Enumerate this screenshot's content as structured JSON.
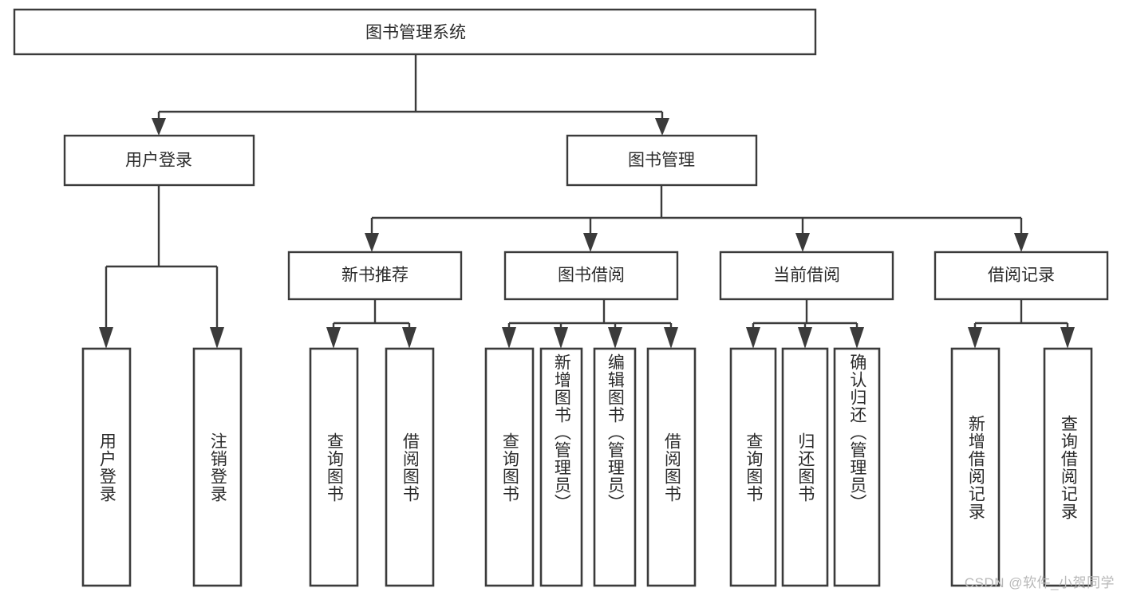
{
  "diagram": {
    "title": "图书管理系统",
    "type": "hierarchy-tree",
    "watermark": "CSDN @软件_小贺同学",
    "colors": {
      "stroke": "#3b3b3b",
      "box_fill": "#ffffff",
      "text": "#2b2b2b",
      "background": "#ffffff",
      "watermark": "#b8b8b8"
    },
    "root": {
      "label": "图书管理系统"
    },
    "level1": [
      {
        "label": "用户登录"
      },
      {
        "label": "图书管理"
      }
    ],
    "level2": [
      {
        "label": "新书推荐"
      },
      {
        "label": "图书借阅"
      },
      {
        "label": "当前借阅"
      },
      {
        "label": "借阅记录"
      }
    ],
    "leaves": {
      "user_login": [
        {
          "label": "用户登录"
        },
        {
          "label": "注销登录"
        }
      ],
      "new_book_recommend": [
        {
          "label": "查询图书"
        },
        {
          "label": "借阅图书"
        }
      ],
      "book_borrow": [
        {
          "label": "查询图书"
        },
        {
          "label": "新增图书（管理员）"
        },
        {
          "label": "编辑图书（管理员）"
        },
        {
          "label": "借阅图书"
        }
      ],
      "current_borrow": [
        {
          "label": "查询图书"
        },
        {
          "label": "归还图书"
        },
        {
          "label": "确认归还（管理员）"
        }
      ],
      "borrow_record": [
        {
          "label": "新增借阅记录"
        },
        {
          "label": "查询借阅记录"
        }
      ]
    }
  }
}
